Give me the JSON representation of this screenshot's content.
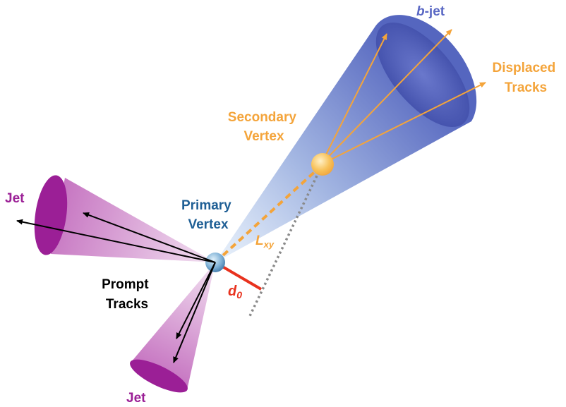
{
  "labels": {
    "bjet_b": "b",
    "bjet_rest": "-jet",
    "displaced_line1": "Displaced",
    "displaced_line2": "Tracks",
    "secondary_line1": "Secondary",
    "secondary_line2": "Vertex",
    "primary_line1": "Primary",
    "primary_line2": "Vertex",
    "jet_upper": "Jet",
    "jet_lower": "Jet",
    "prompt_line1": "Prompt",
    "prompt_line2": "Tracks",
    "lxy_main": "L",
    "lxy_sub": "xy",
    "d0_main": "d",
    "d0_sub": "0"
  },
  "colors": {
    "bjet_cone": "#4f5db8",
    "bjet_label": "#5a68c4",
    "light_jet": "#9b1f96",
    "secondary_vertex": "#f4a43a",
    "orange_label": "#f4a43a",
    "primary_label": "#1f5f95",
    "impact_parameter": "#e8321e",
    "dotted_line": "#8a8a8a",
    "prompt_arrows": "#000000"
  }
}
